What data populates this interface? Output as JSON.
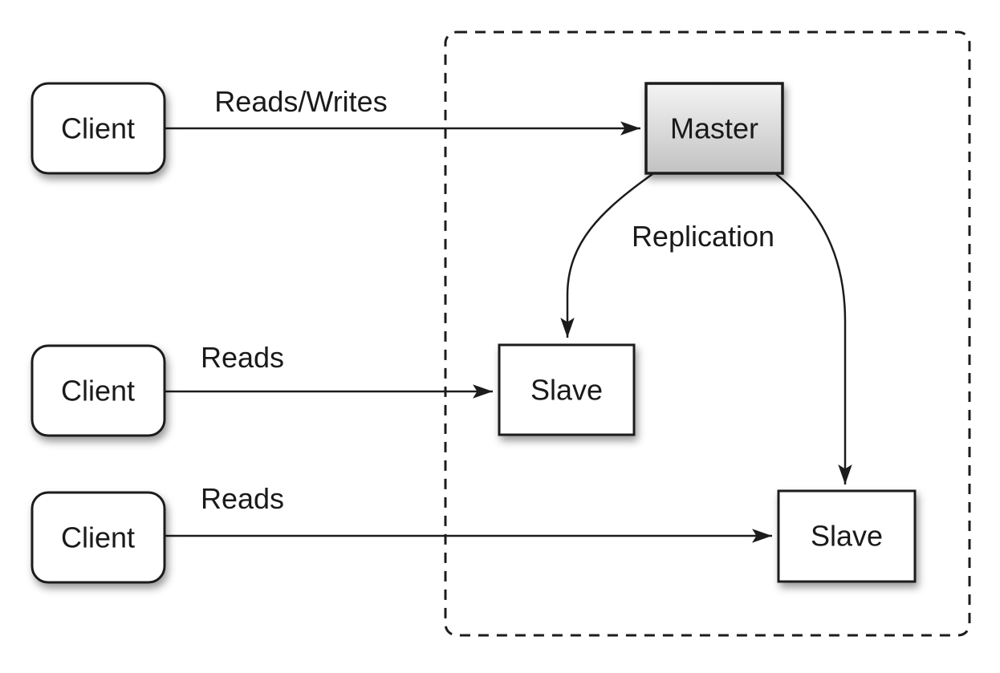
{
  "diagram_type": "master-slave replication architecture",
  "nodes": {
    "client1": {
      "label": "Client",
      "shape": "rounded-rect"
    },
    "client2": {
      "label": "Client",
      "shape": "rounded-rect"
    },
    "client3": {
      "label": "Client",
      "shape": "rounded-rect"
    },
    "master": {
      "label": "Master",
      "shape": "rect-gradient"
    },
    "slave1": {
      "label": "Slave",
      "shape": "rect"
    },
    "slave2": {
      "label": "Slave",
      "shape": "rect"
    }
  },
  "edges": {
    "reads_writes": {
      "label": "Reads/Writes",
      "from": "client1",
      "to": "master"
    },
    "reads1": {
      "label": "Reads",
      "from": "client2",
      "to": "slave1"
    },
    "reads2": {
      "label": "Reads",
      "from": "client3",
      "to": "slave2"
    },
    "replication": {
      "label": "Replication",
      "from": "master",
      "to": "slave1 & slave2"
    }
  },
  "colors": {
    "stroke": "#1c1c1c",
    "label": "#1a1a1a",
    "node_fill": "#ffffff",
    "master_top": "#f4f4f4",
    "master_bottom": "#c2c2c2",
    "background": "#ffffff"
  }
}
